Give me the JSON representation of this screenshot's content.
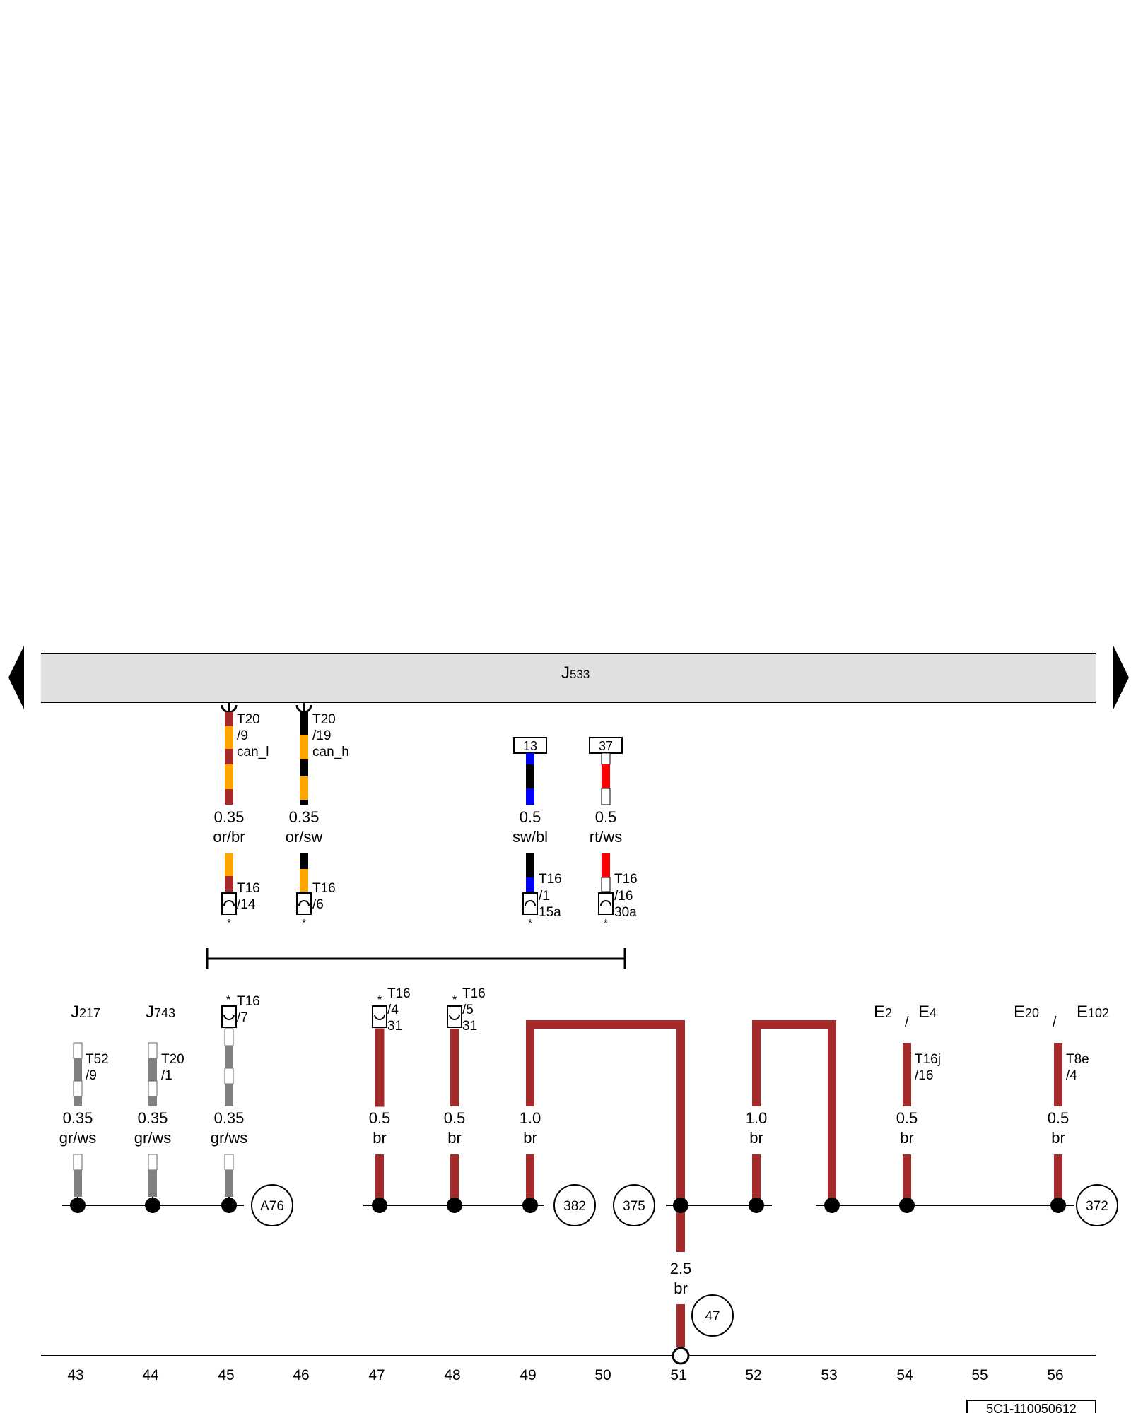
{
  "component_bar": {
    "label_main": "J",
    "label_sub": "533"
  },
  "nav": {
    "prev_icon": "triangle-left-icon",
    "next_icon": "triangle-right-icon"
  },
  "connectors_top": [
    {
      "conn": "T20",
      "pin": "/9",
      "signal": "can_l",
      "size": "0.35",
      "color": "or/br"
    },
    {
      "conn": "T20",
      "pin": "/19",
      "signal": "can_h",
      "size": "0.35",
      "color": "or/sw"
    },
    {
      "pin_box": "13",
      "size": "0.5",
      "color": "sw/bl"
    },
    {
      "pin_box": "37",
      "size": "0.5",
      "color": "rt/ws"
    }
  ],
  "connectors_t16": [
    {
      "conn": "T16",
      "pin": "/14",
      "term": "",
      "star": "*"
    },
    {
      "conn": "T16",
      "pin": "/6",
      "term": "",
      "star": "*"
    },
    {
      "conn": "T16",
      "pin": "/1",
      "term": "15a",
      "star": "*"
    },
    {
      "conn": "T16",
      "pin": "/16",
      "term": "30a",
      "star": "*"
    }
  ],
  "components_bottom": {
    "j217": {
      "main": "J",
      "sub": "217"
    },
    "j743": {
      "main": "J",
      "sub": "743"
    },
    "e2": {
      "main": "E",
      "sub": "2"
    },
    "e4": {
      "main": "E",
      "sub": "4"
    },
    "e20": {
      "main": "E",
      "sub": "20"
    },
    "e102": {
      "main": "E",
      "sub": "102"
    },
    "slash": "/"
  },
  "lower_connectors": [
    {
      "id": "c43",
      "conn": "T52",
      "pin": "/9"
    },
    {
      "id": "c44",
      "conn": "T20",
      "pin": "/1"
    },
    {
      "id": "c45",
      "star": "*",
      "conn": "T16",
      "pin": "/7"
    },
    {
      "id": "c47",
      "star": "*",
      "conn": "T16",
      "pin": "/4",
      "term": "31"
    },
    {
      "id": "c48",
      "star": "*",
      "conn": "T16",
      "pin": "/5",
      "term": "31"
    },
    {
      "id": "c54",
      "conn": "T16j",
      "pin": "/16"
    },
    {
      "id": "c56",
      "conn": "T8e",
      "pin": "/4"
    }
  ],
  "wire_labels_lower": [
    {
      "size": "0.35",
      "color": "gr/ws"
    },
    {
      "size": "0.35",
      "color": "gr/ws"
    },
    {
      "size": "0.35",
      "color": "gr/ws"
    },
    {
      "size": "0.5",
      "color": "br"
    },
    {
      "size": "0.5",
      "color": "br"
    },
    {
      "size": "1.0",
      "color": "br"
    },
    {
      "size": "1.0",
      "color": "br"
    },
    {
      "size": "0.5",
      "color": "br"
    },
    {
      "size": "0.5",
      "color": "br"
    }
  ],
  "ground_wire": {
    "size": "2.5",
    "color": "br"
  },
  "circle_refs": {
    "a76": "A76",
    "r382": "382",
    "r375": "375",
    "r372": "372",
    "r47": "47"
  },
  "tracks": [
    "43",
    "44",
    "45",
    "46",
    "47",
    "48",
    "49",
    "50",
    "51",
    "52",
    "53",
    "54",
    "55",
    "56"
  ],
  "doc_id": "5C1-110050612",
  "colors": {
    "brown": "#a52a2a",
    "orange": "#ffa500",
    "blue": "#0000ff",
    "red": "#ff0000",
    "grey": "#808080",
    "bar_fill": "#e0e0e0"
  }
}
